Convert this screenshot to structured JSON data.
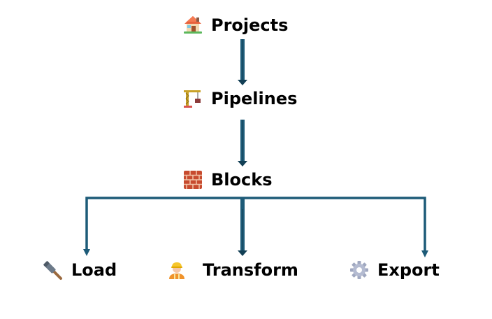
{
  "colors": {
    "connector": "#1d5b78",
    "connector_dark": "#123f55"
  },
  "nodes": {
    "projects": {
      "label": "Projects",
      "icon": "house-icon"
    },
    "pipelines": {
      "label": "Pipelines",
      "icon": "crane-icon"
    },
    "blocks": {
      "label": "Blocks",
      "icon": "bricks-icon"
    },
    "load": {
      "label": "Load",
      "icon": "hammer-icon"
    },
    "transform": {
      "label": "Transform",
      "icon": "construction-worker-icon"
    },
    "export": {
      "label": "Export",
      "icon": "gear-icon"
    }
  }
}
